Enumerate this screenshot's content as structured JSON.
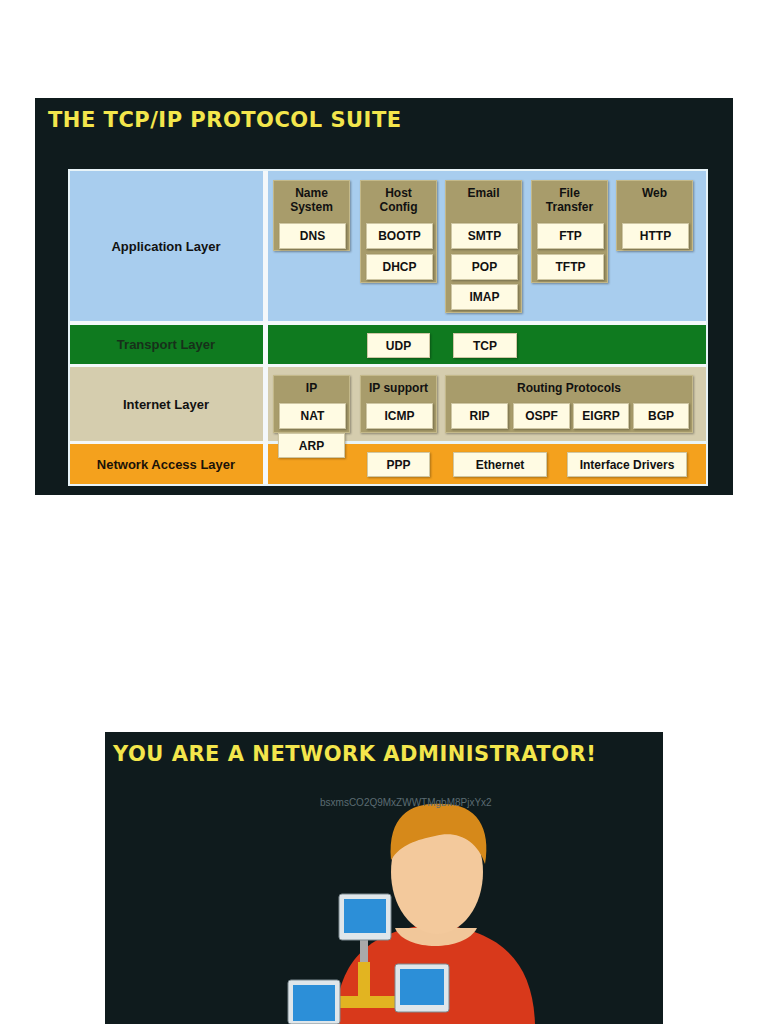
{
  "diagram": {
    "title": "THE TCP/IP PROTOCOL SUITE",
    "nodes": [
      {
        "text": [
          "Application Layer"
        ]
      },
      {
        "text": [
          "Name System"
        ],
        "in": 0
      },
      {
        "text": [
          "DNS"
        ],
        "in": 1
      },
      {
        "text": [
          "Host Config"
        ],
        "in": 0
      },
      {
        "text": [
          "BOOTP"
        ],
        "in": 3
      },
      {
        "text": [
          "DHCP"
        ],
        "in": 3
      },
      {
        "text": [
          "Email"
        ],
        "in": 0
      },
      {
        "text": [
          "SMTP"
        ],
        "in": 6
      },
      {
        "text": [
          "POP"
        ],
        "in": 6
      },
      {
        "text": [
          "IMAP"
        ],
        "in": 6
      },
      {
        "text": [
          "File Transfer"
        ],
        "in": 0
      },
      {
        "text": [
          "FTP"
        ],
        "in": 10
      },
      {
        "text": [
          "TFTP"
        ],
        "in": 10
      },
      {
        "text": [
          "Web"
        ],
        "in": 0
      },
      {
        "text": [
          "HTTP"
        ],
        "in": 13
      },
      {
        "text": [
          "Transport Layer"
        ]
      },
      {
        "text": [
          "UDP"
        ],
        "in": 15
      },
      {
        "text": [
          "TCP"
        ],
        "in": 15
      },
      {
        "text": [
          "Internet Layer"
        ]
      },
      {
        "text": [
          "IP"
        ],
        "in": 18
      },
      {
        "text": [
          "NAT"
        ],
        "in": 19
      },
      {
        "text": [
          "ARP"
        ],
        "in": 18
      },
      {
        "text": [
          "IP support"
        ],
        "in": 18
      },
      {
        "text": [
          "ICMP"
        ],
        "in": 22
      },
      {
        "text": [
          "Routing Protocols"
        ],
        "in": 18
      },
      {
        "text": [
          "RIP"
        ],
        "in": 24
      },
      {
        "text": [
          "OSPF"
        ],
        "in": 24
      },
      {
        "text": [
          "EIGRP"
        ],
        "in": 24
      },
      {
        "text": [
          "BGP"
        ],
        "in": 24
      },
      {
        "text": [
          "Network Access Layer"
        ]
      },
      {
        "text": [
          "PPP"
        ],
        "in": 29
      },
      {
        "text": [
          "Ethernet"
        ],
        "in": 29
      },
      {
        "text": [
          "Interface Drivers"
        ],
        "in": 29
      }
    ],
    "labels": [
      "YOU ARE A NETWORK ADMINISTRATOR!",
      "bsxmsCO2Q9MxZWWTMgbM8PjxYx2"
    ]
  }
}
